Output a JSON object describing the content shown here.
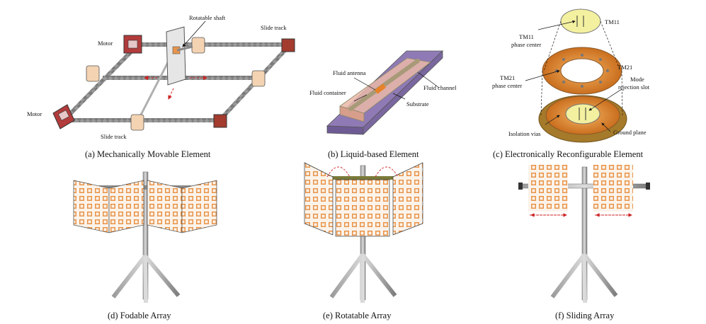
{
  "panel_a": {
    "caption": "(a) Mechanically Movable Element",
    "labels": {
      "rotatable_shaft": "Rotatable shaft",
      "slide_track_top": "Slide track",
      "motor_top": "Motor",
      "motor_bottom": "Motor",
      "slide_track_bottom": "Slide track"
    }
  },
  "panel_b": {
    "caption": "(b) Liquid-based Element",
    "labels": {
      "fluid_antenna": "Fluid antenna",
      "fluid_container": "Fluid container",
      "fluid_channel": "Fluid channel",
      "substrate": "Substrate"
    }
  },
  "panel_c": {
    "caption": "(c) Electronically Reconfigurable Element",
    "labels": {
      "tm11": "TM11",
      "tm11_phase_1": "TM11",
      "tm11_phase_2": "phase center",
      "tm21": "TM21",
      "tm21_phase_1": "TM21",
      "tm21_phase_2": "phase center",
      "mode_1": "Mode",
      "mode_2": "rejection slot",
      "isolation_vias": "Isolation vias",
      "ground_plane": "Ground plane"
    }
  },
  "panel_d": {
    "caption": "(d) Fodable Array"
  },
  "panel_e": {
    "caption": "(e) Rotatable Array"
  },
  "panel_f": {
    "caption": "(f) Sliding Array"
  },
  "colors": {
    "track": "#6b6b6b",
    "motor": "#b23b3b",
    "copper": "#e8944a",
    "panel": "#f7f7f7",
    "arrow": "#cc2222",
    "substrate": "#8f7ab5",
    "container": "#e9b8a8"
  }
}
